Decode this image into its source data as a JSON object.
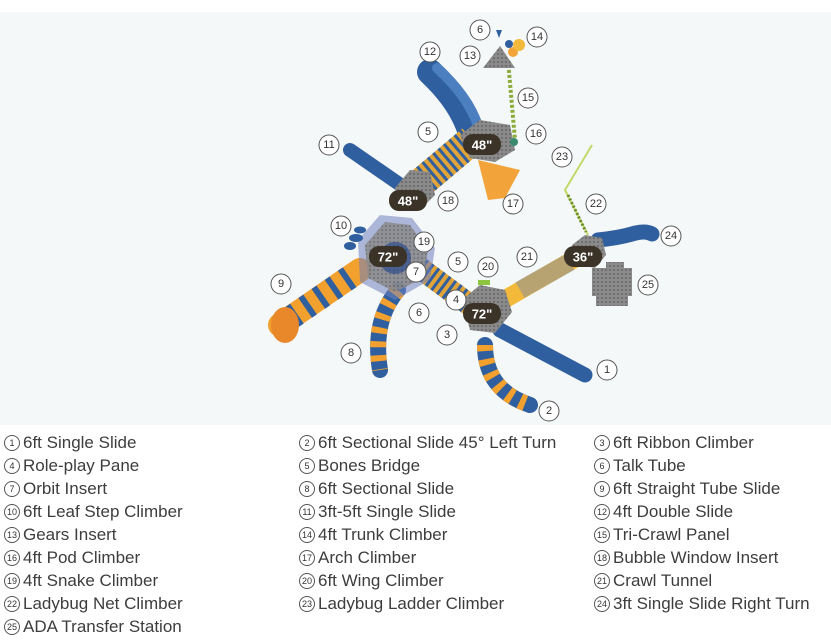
{
  "deck_heights": [
    "48\"",
    "48\"",
    "72\"",
    "36\"",
    "72\""
  ],
  "callouts": [
    "1",
    "2",
    "3",
    "4",
    "5",
    "5",
    "6",
    "6",
    "7",
    "8",
    "9",
    "10",
    "11",
    "12",
    "13",
    "14",
    "15",
    "16",
    "17",
    "18",
    "19",
    "20",
    "21",
    "22",
    "23",
    "24",
    "25"
  ],
  "legend": [
    {
      "num": "1",
      "label": "6ft Single Slide"
    },
    {
      "num": "2",
      "label": "6ft Sectional Slide 45° Left Turn"
    },
    {
      "num": "3",
      "label": "6ft Ribbon Climber"
    },
    {
      "num": "4",
      "label": "Role-play Pane"
    },
    {
      "num": "5",
      "label": "Bones Bridge"
    },
    {
      "num": "6",
      "label": "Talk Tube"
    },
    {
      "num": "7",
      "label": "Orbit Insert"
    },
    {
      "num": "8",
      "label": "6ft Sectional Slide"
    },
    {
      "num": "9",
      "label": "6ft Straight Tube Slide"
    },
    {
      "num": "10",
      "label": "6ft Leaf Step Climber"
    },
    {
      "num": "11",
      "label": "3ft-5ft Single Slide"
    },
    {
      "num": "12",
      "label": "4ft Double Slide"
    },
    {
      "num": "13",
      "label": "Gears Insert"
    },
    {
      "num": "14",
      "label": "4ft Trunk Climber"
    },
    {
      "num": "15",
      "label": "Tri-Crawl Panel"
    },
    {
      "num": "16",
      "label": "4ft Pod Climber"
    },
    {
      "num": "17",
      "label": "Arch Climber"
    },
    {
      "num": "18",
      "label": "Bubble Window Insert"
    },
    {
      "num": "19",
      "label": "4ft Snake Climber"
    },
    {
      "num": "20",
      "label": "6ft Wing Climber"
    },
    {
      "num": "21",
      "label": "Crawl Tunnel"
    },
    {
      "num": "22",
      "label": "Ladybug Net Climber"
    },
    {
      "num": "23",
      "label": "Ladybug Ladder Climber"
    },
    {
      "num": "24",
      "label": "3ft Single Slide Right Turn"
    },
    {
      "num": "25",
      "label": "ADA Transfer Station"
    }
  ]
}
